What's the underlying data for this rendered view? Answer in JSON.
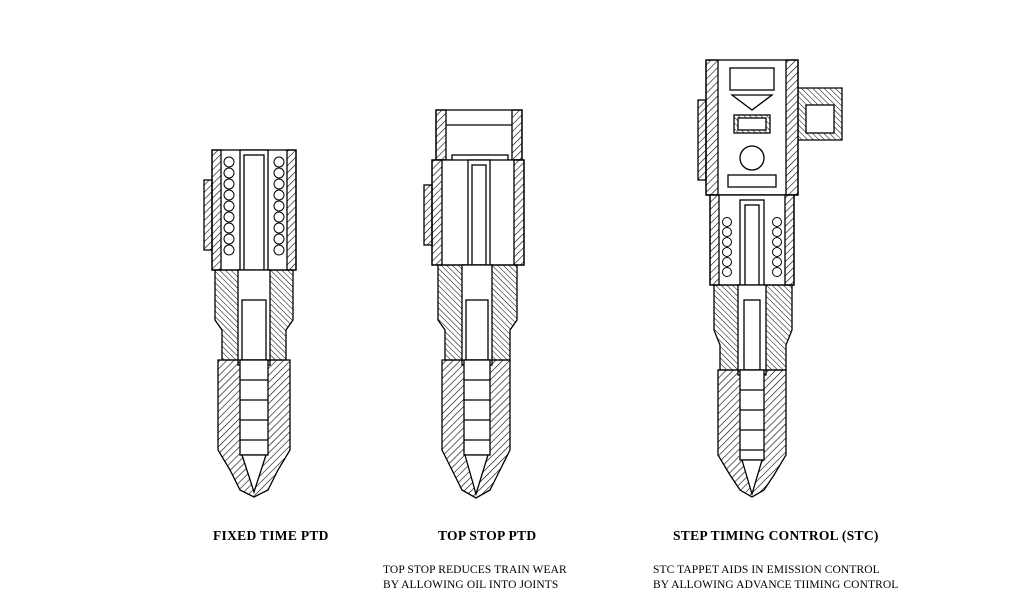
{
  "injectors": [
    {
      "caption": "FIXED TIME PTD",
      "description": []
    },
    {
      "caption": "TOP STOP PTD",
      "description": [
        "TOP STOP REDUCES TRAIN WEAR",
        "BY ALLOWING OIL INTO JOINTS"
      ]
    },
    {
      "caption": "STEP TIMING CONTROL (STC)",
      "description": [
        "STC TAPPET AIDS IN  EMISSION CONTROL",
        "BY  ALLOWING ADVANCE TIIMING CONTROL"
      ]
    }
  ]
}
